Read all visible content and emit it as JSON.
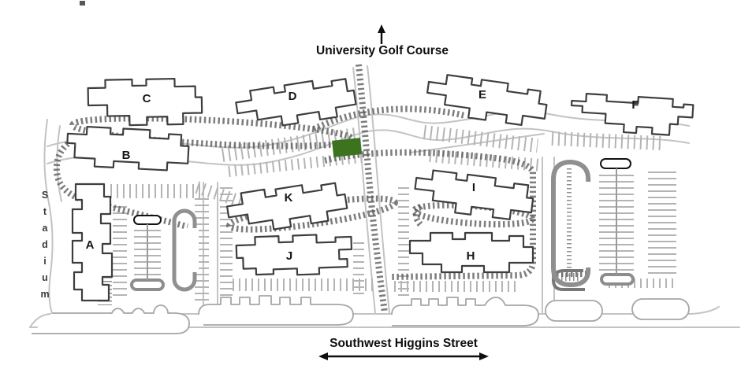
{
  "map": {
    "north_destination": {
      "label": "University Golf Course",
      "arrow_icon": "up-arrow"
    },
    "street": {
      "label": "Southwest Higgins Street",
      "arrow_icon": "left-right-arrow"
    },
    "side_road": {
      "label": "Stadium",
      "orientation": "vertical"
    },
    "buildings": [
      {
        "label": "A"
      },
      {
        "label": "B"
      },
      {
        "label": "C"
      },
      {
        "label": "D"
      },
      {
        "label": "E"
      },
      {
        "label": "F"
      },
      {
        "label": "K"
      },
      {
        "label": "J"
      },
      {
        "label": "I"
      },
      {
        "label": "H"
      }
    ],
    "highlight": {
      "color": "#3b731f"
    },
    "palette": {
      "building_outline": "#3e3e3e",
      "road": "#c3c3c3",
      "parking_stalls": "#b4b4b4",
      "path_texture": "#5c5c5c",
      "label_text": "#161616"
    }
  }
}
